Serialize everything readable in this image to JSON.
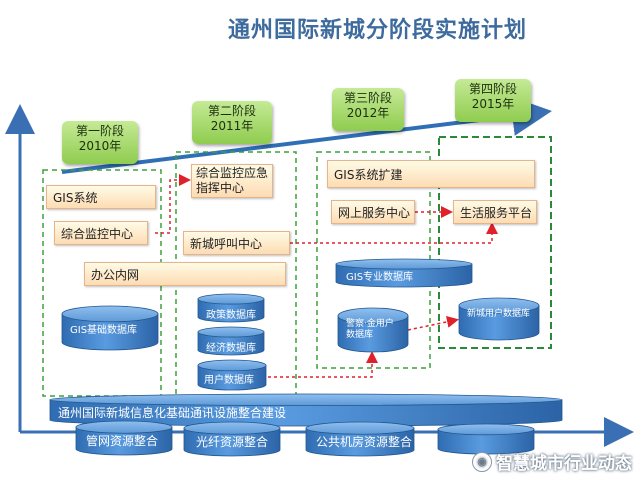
{
  "title": "通州国际新城分阶段实施计划",
  "phases": [
    {
      "name": "第一阶段",
      "year": "2010年"
    },
    {
      "name": "第二阶段",
      "year": "2011年"
    },
    {
      "name": "第三阶段",
      "year": "2012年"
    },
    {
      "name": "第四阶段",
      "year": "2015年"
    }
  ],
  "systems": {
    "gis_system": "GIS系统",
    "integrated_monitoring": "综合监控中心",
    "emergency_command": "综合监控应急指挥中心",
    "office_network": "办公内网",
    "call_center": "新城呼叫中心",
    "gis_expansion": "GIS系统扩建",
    "online_service": "网上服务中心",
    "life_service": "生活服务平台"
  },
  "databases": {
    "gis_basic_db": "GIS基础数据库",
    "policy_db": "政策数据库",
    "economy_db": "经济数据库",
    "user_db": "用户数据库",
    "gis_pro_db": "GIS专业数据库",
    "police_user_db": "警察·金用户数据库",
    "new_city_user_db": "新城用户数据库"
  },
  "infrastructure": {
    "integration_base": "通州国际新城信息化基础通讯设施整合建设",
    "pipe_network": "管网资源整合",
    "fiber": "光纤资源整合",
    "public_room": "公共机房资源整合"
  },
  "watermark": "智慧城市行业动态",
  "colors": {
    "phase_green": "#8fcc4f",
    "box_orange": "#fddcb3",
    "cylinder_blue": "#3f7fc4",
    "axis_blue": "#3a6fb3",
    "dash_red": "#e0202a",
    "dash_green": "#3fa03c",
    "title_blue": "#3e6b9d"
  }
}
